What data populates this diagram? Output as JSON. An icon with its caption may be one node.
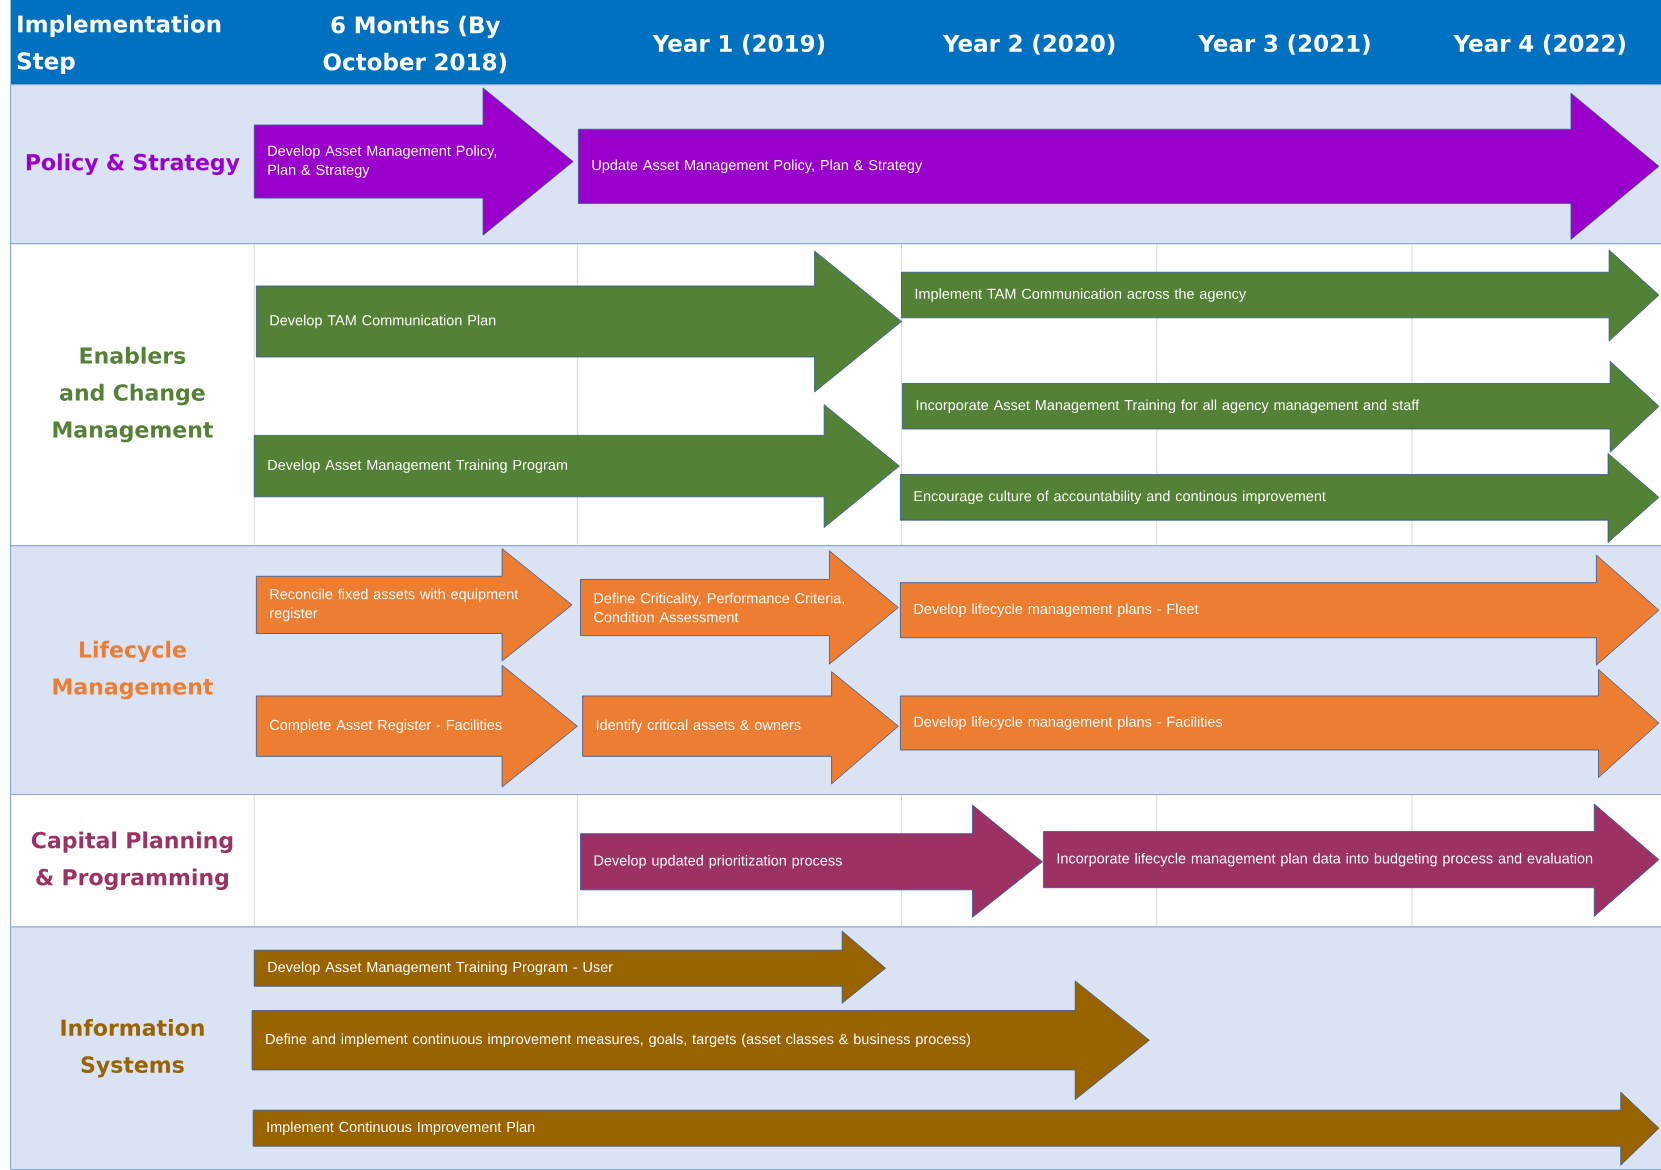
{
  "diagram": {
    "nodes": [
      {
        "text": [
          "Develop Asset Management Policy, Plan & Strategy"
        ]
      },
      {
        "text": [
          "Update Asset Management Policy, Plan & Strategy"
        ]
      },
      {
        "text": [
          "Develop TAM Communication Plan"
        ]
      },
      {
        "text": [
          "Implement TAM Communication across the agency"
        ]
      },
      {
        "text": [
          "Incorporate Asset Management Training for all agency management and staff"
        ]
      },
      {
        "text": [
          "Develop Asset Management Training Program"
        ]
      },
      {
        "text": [
          "Encourage culture of accountability and continous improvement"
        ]
      },
      {
        "text": [
          "Reconcile fixed assets with equipment register"
        ]
      },
      {
        "text": [
          "Define Criticality, Performance Criteria, Condition Assessment"
        ]
      },
      {
        "text": [
          "Develop lifecycle management plans - Fleet"
        ]
      },
      {
        "text": [
          "Complete Asset Register - Facilities"
        ]
      },
      {
        "text": [
          "Identify critical assets & owners"
        ]
      },
      {
        "text": [
          "Develop lifecycle management plans - Facilities"
        ]
      },
      {
        "text": [
          "Develop updated prioritization process"
        ]
      },
      {
        "text": [
          "Incorporate lifecycle management plan data into budgeting process and evaluation"
        ]
      },
      {
        "text": [
          "Develop Asset Management Training Program - User"
        ]
      },
      {
        "text": [
          "Define and implement continuous improvement measures, goals, targets (asset classes & business process)"
        ]
      },
      {
        "text": [
          "Implement Continuous Improvement Plan"
        ]
      }
    ],
    "labels": [
      "Implementation Step",
      "6 Months (By October 2018)",
      "Year 1 (2019)",
      "Year 2 (2020)",
      "Year 3 (2021)",
      "Year 4 (2022)",
      "Policy & Strategy",
      "Enablers and Change Management",
      "Lifecycle Management",
      "Capital Planning & Programming",
      "Information Systems"
    ]
  }
}
